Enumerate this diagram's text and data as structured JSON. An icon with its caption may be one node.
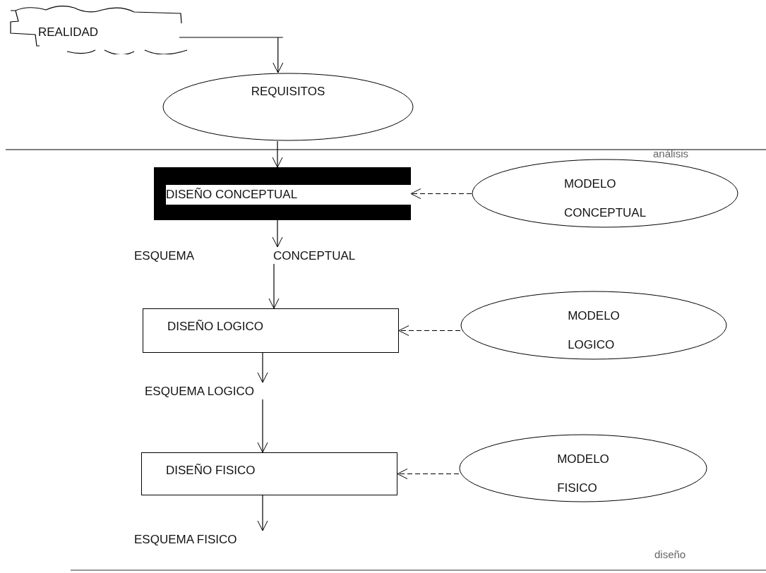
{
  "diagram": {
    "nodes": [
      {
        "text": [
          "REALIDAD"
        ]
      },
      {
        "text": [
          "REQUISITOS"
        ]
      },
      {
        "text": [
          "DISEÑO CONCEPTUAL"
        ]
      },
      {
        "text": [
          "MODELO CONCEPTUAL"
        ]
      },
      {
        "text": [
          "ESQUEMA",
          "CONCEPTUAL"
        ]
      },
      {
        "text": [
          "DISEÑO LOGICO"
        ]
      },
      {
        "text": [
          "MODELO LOGICO"
        ]
      },
      {
        "text": [
          "ESQUEMA LOGICO"
        ]
      },
      {
        "text": [
          "DISEÑO FISICO"
        ]
      },
      {
        "text": [
          "MODELO FISICO"
        ]
      },
      {
        "text": [
          "ESQUEMA FISICO"
        ]
      }
    ],
    "edges": [
      {
        "from": 0,
        "to": 1,
        "arrow": "to"
      },
      {
        "from": 1,
        "to": 2,
        "arrow": "to"
      },
      {
        "from": 3,
        "to": 2,
        "arrow": "to",
        "style": "dashed"
      },
      {
        "from": 2,
        "to": 4,
        "arrow": "to"
      },
      {
        "from": 4,
        "to": 5,
        "arrow": "to"
      },
      {
        "from": 6,
        "to": 5,
        "arrow": "to",
        "style": "dashed"
      },
      {
        "from": 5,
        "to": 7,
        "arrow": "to"
      },
      {
        "from": 7,
        "to": 8,
        "arrow": "to"
      },
      {
        "from": 9,
        "to": 8,
        "arrow": "to",
        "style": "dashed"
      },
      {
        "from": 8,
        "to": 10,
        "arrow": "to"
      }
    ],
    "labels": [
      "análisis",
      "diseño"
    ]
  }
}
